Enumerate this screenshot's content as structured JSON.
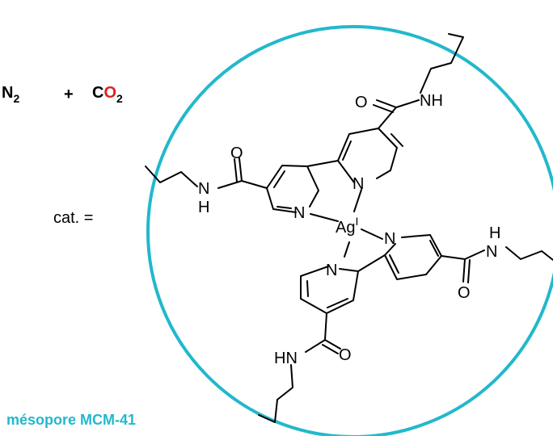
{
  "colors": {
    "circle": "#22b8cc",
    "oxygen_red": "#e02020",
    "text": "#000000",
    "support_label": "#22b8cc"
  },
  "reaction": {
    "n2_base": "N",
    "n2_sub": "2",
    "plus": "+",
    "co2_c": "C",
    "co2_o": "O",
    "co2_sub": "2"
  },
  "catalyst": {
    "label": "cat. =",
    "metal": "Ag",
    "oxidation_state": "I",
    "support": "mésopore MCM-41"
  },
  "atoms": {
    "n": "N",
    "o": "O",
    "h": "H",
    "nh": "NH",
    "hn": "HN"
  }
}
